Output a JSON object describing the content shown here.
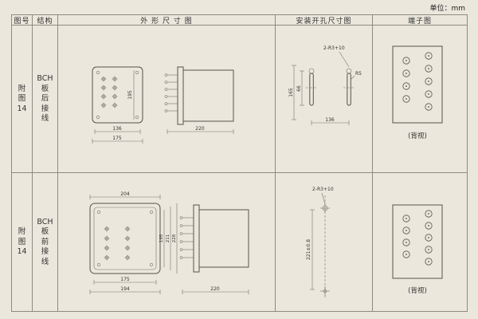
{
  "unit_label": "单位：mm",
  "headers": {
    "fig_no": "图号",
    "structure": "结构",
    "outline": "外 形 尺 寸 图",
    "install": "安装开孔尺寸图",
    "terminal": "端子图"
  },
  "rows": [
    {
      "fig_lines": [
        "附",
        "图",
        "14"
      ],
      "structure_lines": [
        "BCH",
        "板",
        "后",
        "接",
        "线"
      ],
      "outline": {
        "dim_height": "195",
        "dim_width_inner": "136",
        "dim_width_outer": "175",
        "dim_depth": "220"
      },
      "install": {
        "note_holes": "2-R3+10",
        "note_radius": "R5",
        "dim_height_outer": "165",
        "dim_height_inner": "66",
        "dim_width": "136"
      },
      "terminal_caption": "(背视)"
    },
    {
      "fig_lines": [
        "附",
        "图",
        "14"
      ],
      "structure_lines": [
        "BCH",
        "板",
        "前",
        "接",
        "线"
      ],
      "outline": {
        "dim_top": "204",
        "dim_height_1": "195",
        "dim_height_2": "211",
        "dim_height_3": "228",
        "dim_width_inner": "175",
        "dim_width_outer": "194",
        "dim_depth": "220"
      },
      "install": {
        "note_holes": "2-R3+10",
        "dim_height": "221±0.8"
      },
      "terminal_caption": "(背视)"
    }
  ]
}
